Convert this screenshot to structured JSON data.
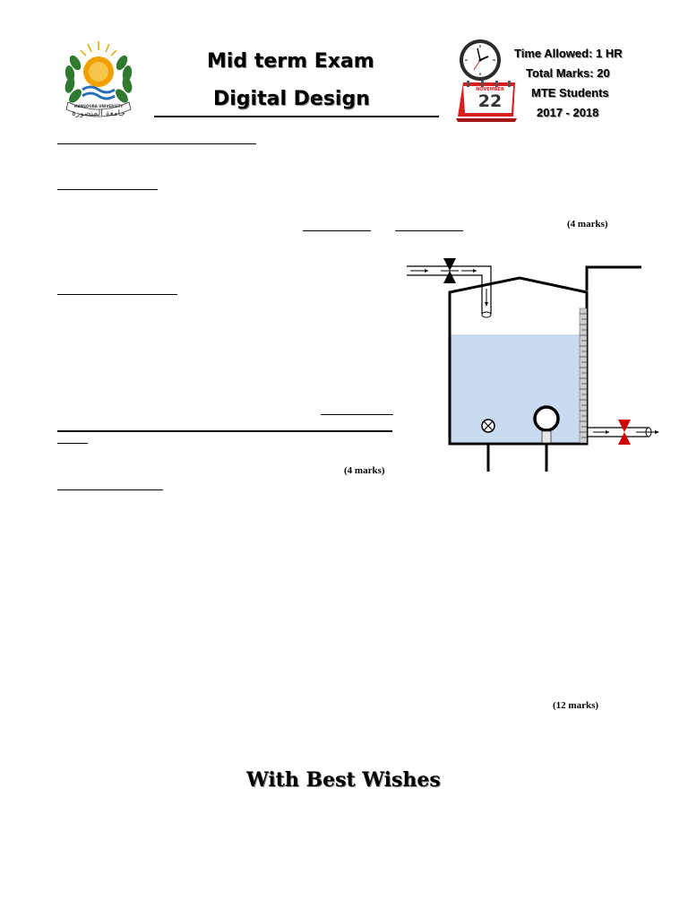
{
  "header": {
    "title_line1": "Mid term Exam",
    "title_line2": "Digital Design",
    "time_allowed": "Time Allowed: 1 HR",
    "total_marks": "Total Marks: 20",
    "students": "MTE Students",
    "year": "2017 - 2018",
    "calendar_month": "NOVEMBER",
    "calendar_day": "22",
    "logo_caption": "MANSOURA UNIVERSITY",
    "logo_arabic": "جامعة المنصورة"
  },
  "questions": [
    {
      "marks": "(4 marks)"
    },
    {
      "marks": "(4 marks)"
    },
    {
      "marks": "(12 marks)"
    }
  ],
  "footer": {
    "closing": "With Best Wishes"
  },
  "colors": {
    "water": "#c9dbf0",
    "valve_black": "#000000",
    "valve_red": "#d00000",
    "calendar_red": "#d62020"
  }
}
